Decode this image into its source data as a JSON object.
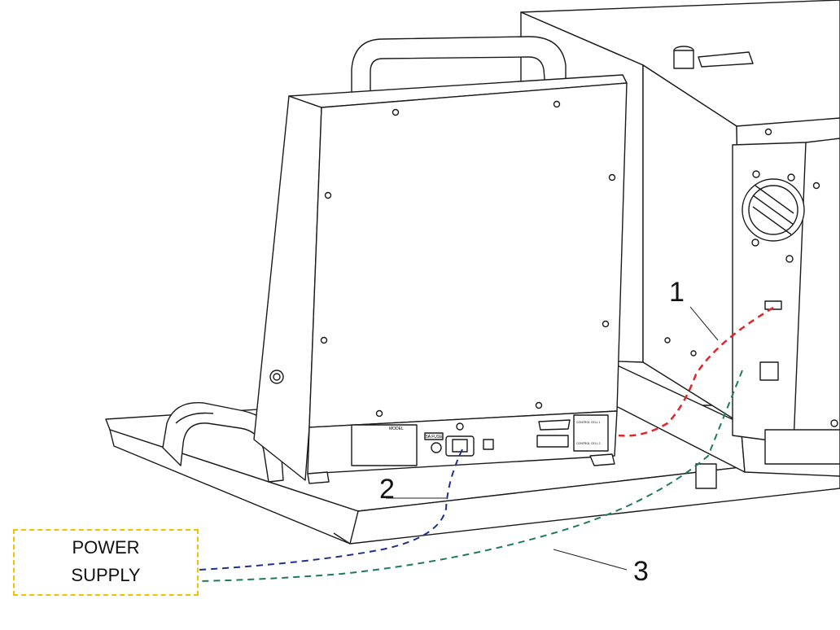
{
  "callouts": {
    "c1": "1",
    "c2": "2",
    "c3": "3"
  },
  "power_supply": {
    "line1": "POWER",
    "line2": "SUPPLY"
  },
  "panel_labels": {
    "fuse": "5A FUSE",
    "control1": "CONTROL CELL 1",
    "control2": "CONTROL CELL 2",
    "model": "MODEL"
  },
  "colors": {
    "cable_1": "#e0262a",
    "cable_2": "#1f2f8c",
    "cable_3": "#1f7a5a",
    "power_box_border": "#f2c200"
  }
}
